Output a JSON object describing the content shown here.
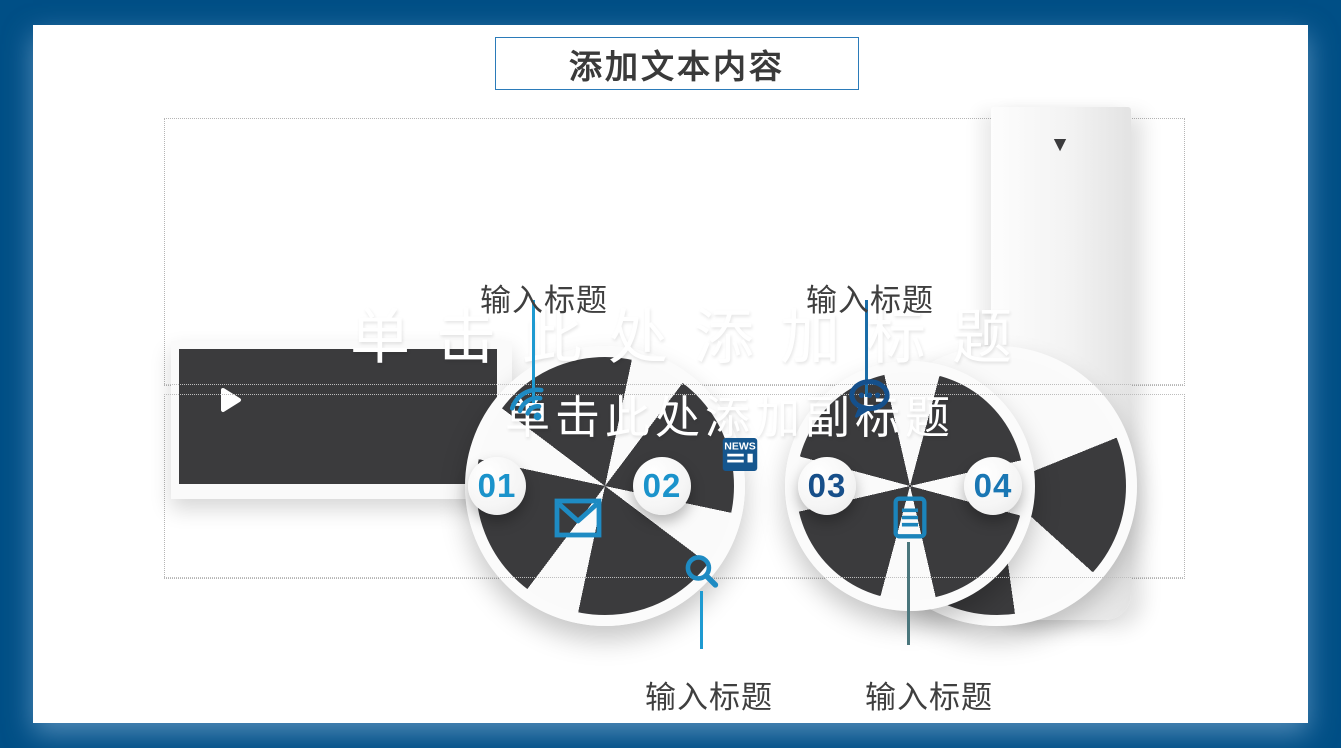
{
  "title_box": {
    "label": "添加文本内容"
  },
  "ghost": {
    "title": "单击此处添加标题",
    "subtitle": "单击此处添加副标题"
  },
  "badges": [
    {
      "number": "01"
    },
    {
      "number": "02"
    },
    {
      "number": "03"
    },
    {
      "number": "04"
    }
  ],
  "callouts": {
    "top_left": "输入标题",
    "top_right": "输入标题",
    "bottom_left": "输入标题",
    "bottom_right": "输入标题"
  },
  "icons": {
    "names": [
      "play-icon",
      "wifi-icon",
      "mail-icon",
      "news-icon",
      "chat-icon",
      "search-icon",
      "document-icon",
      "triangle-down-icon"
    ],
    "news_text": "NEWS",
    "triangle_down_glyph": "▼"
  },
  "colors": {
    "frame_navy": "#004f86",
    "dark_gray": "#3b3b3d",
    "accent_blue": "#1e8bc3",
    "navy_blue": "#174f8a",
    "teal_connector": "#4a767c",
    "label_text": "#3f3f3f"
  }
}
